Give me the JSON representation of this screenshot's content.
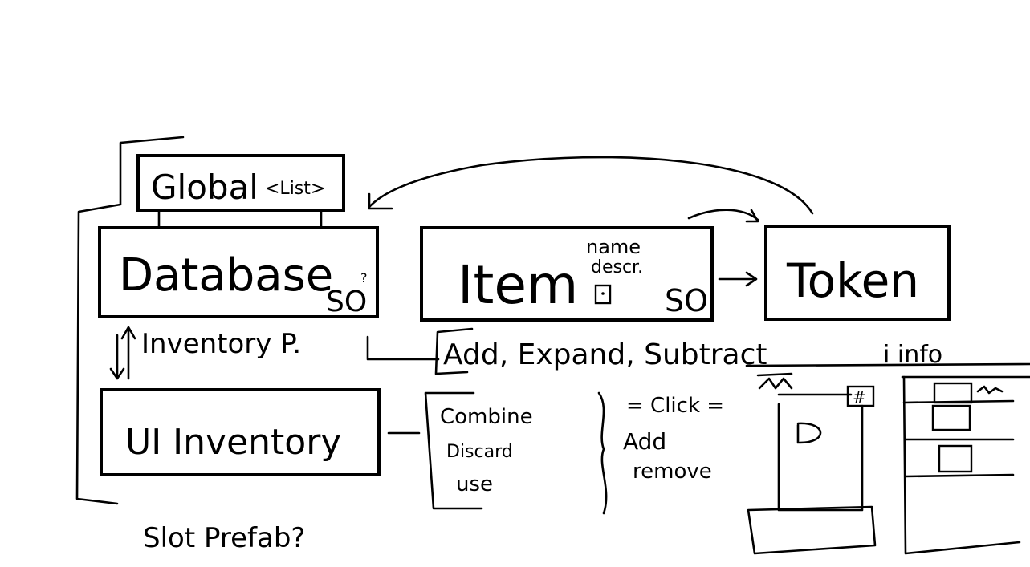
{
  "boxes": {
    "global": {
      "label": "Global",
      "suffix": "<List>"
    },
    "database": {
      "label": "Database",
      "tag": "SO",
      "tag_mark": "?"
    },
    "item": {
      "label": "Item",
      "tag": "SO",
      "fields": [
        "name",
        "descr."
      ]
    },
    "token": {
      "label": "Token"
    },
    "ui_inventory": {
      "label": "UI Inventory"
    }
  },
  "notes": {
    "inventory_p": "Inventory P.",
    "item_actions": "Add, Expand, Subtract",
    "ui_actions": [
      "Combine",
      "Discard",
      "use"
    ],
    "slot_actions": [
      "= Click =",
      "Add",
      "remove"
    ],
    "info": "i info",
    "slot_prefab": "Slot Prefab?"
  }
}
